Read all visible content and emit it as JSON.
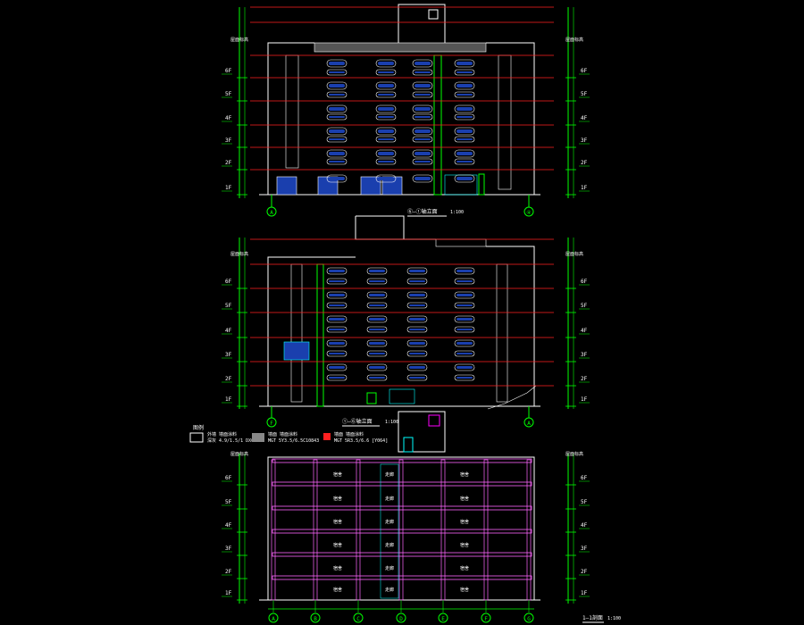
{
  "colors": {
    "background": "#000000",
    "green": "#00ff00",
    "red": "#ff2020",
    "white": "#ffffff",
    "magenta": "#ff00ff",
    "blue": "#1a3fae",
    "cyan": "#00ffff",
    "pink": "#ff66ff"
  },
  "elevation1": {
    "title": "⑥—①轴立面",
    "scale": "1:100",
    "floors": [
      "1F",
      "2F",
      "3F",
      "4F",
      "5F",
      "6F"
    ],
    "roof_label": "屋面标高",
    "axes": [
      "A",
      "④"
    ]
  },
  "elevation2": {
    "title": "①—⑥轴立面",
    "scale": "1:100",
    "floors": [
      "1F",
      "2F",
      "3F",
      "4F",
      "5F",
      "6F"
    ],
    "roof_label": "屋面标高",
    "axes": [
      "F",
      "A"
    ]
  },
  "legend": {
    "heading": "图例",
    "items": [
      {
        "title": "外墙 墙面涂料",
        "code": "深灰 4.9/1.5/1 DX0113"
      },
      {
        "title": "墙面 墙面涂料",
        "code": "MGT 5Y3.5/6.5C10843"
      },
      {
        "title": "墙面 墙面涂料",
        "code": "MGT 5R3.5/6.6 [Y064]"
      }
    ]
  },
  "section": {
    "title": "1—1剖面",
    "scale": "1:100",
    "floors": [
      "1F",
      "2F",
      "3F",
      "4F",
      "5F",
      "6F"
    ],
    "roof_label": "屋面标高",
    "axes": [
      "A",
      "B",
      "C",
      "D",
      "E",
      "F",
      "G"
    ],
    "room_left": "宿舍",
    "room_mid": "走廊",
    "room_right": "宿舍"
  }
}
